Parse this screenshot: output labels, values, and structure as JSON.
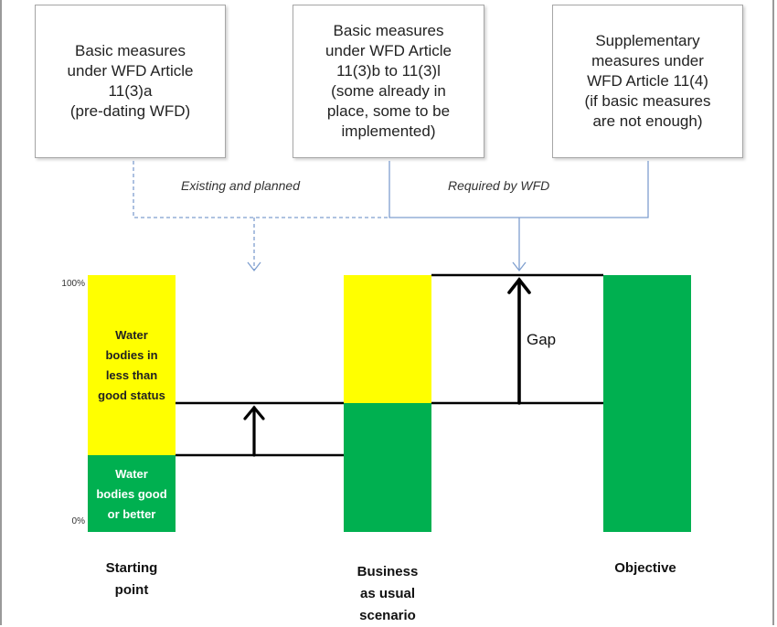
{
  "boxes": {
    "article_11_3a": "Basic measures\nunder WFD Article\n11(3)a\n(pre-dating WFD)",
    "article_11_3b_l": "Basic measures\nunder WFD Article\n11(3)b to 11(3)l\n(some already in\nplace, some to be\nimplemented)",
    "article_11_4": "Supplementary\nmeasures under\nWFD Article 11(4)\n(if basic measures\nare not enough)"
  },
  "connectors": {
    "existing_label": "Existing and planned",
    "required_label": "Required by WFD"
  },
  "axis": {
    "top": "100%",
    "bottom": "0%"
  },
  "bars": {
    "less_than_good": "Water\nbodies in\nless than\ngood status",
    "good_or_better": "Water\nbodies good\nor better"
  },
  "gap_label": "Gap",
  "columns": {
    "starting_point": "Starting\npoint",
    "business_as_usual": "Business\nas usual\nscenario",
    "objective": "Objective"
  },
  "shares_good_or_better": {
    "starting_point": 0.32,
    "business_as_usual": 0.54,
    "objective": 1.0
  },
  "colors": {
    "good": "#00b050",
    "less_than_good": "#ffff00",
    "connector": "#7f9fcf"
  }
}
